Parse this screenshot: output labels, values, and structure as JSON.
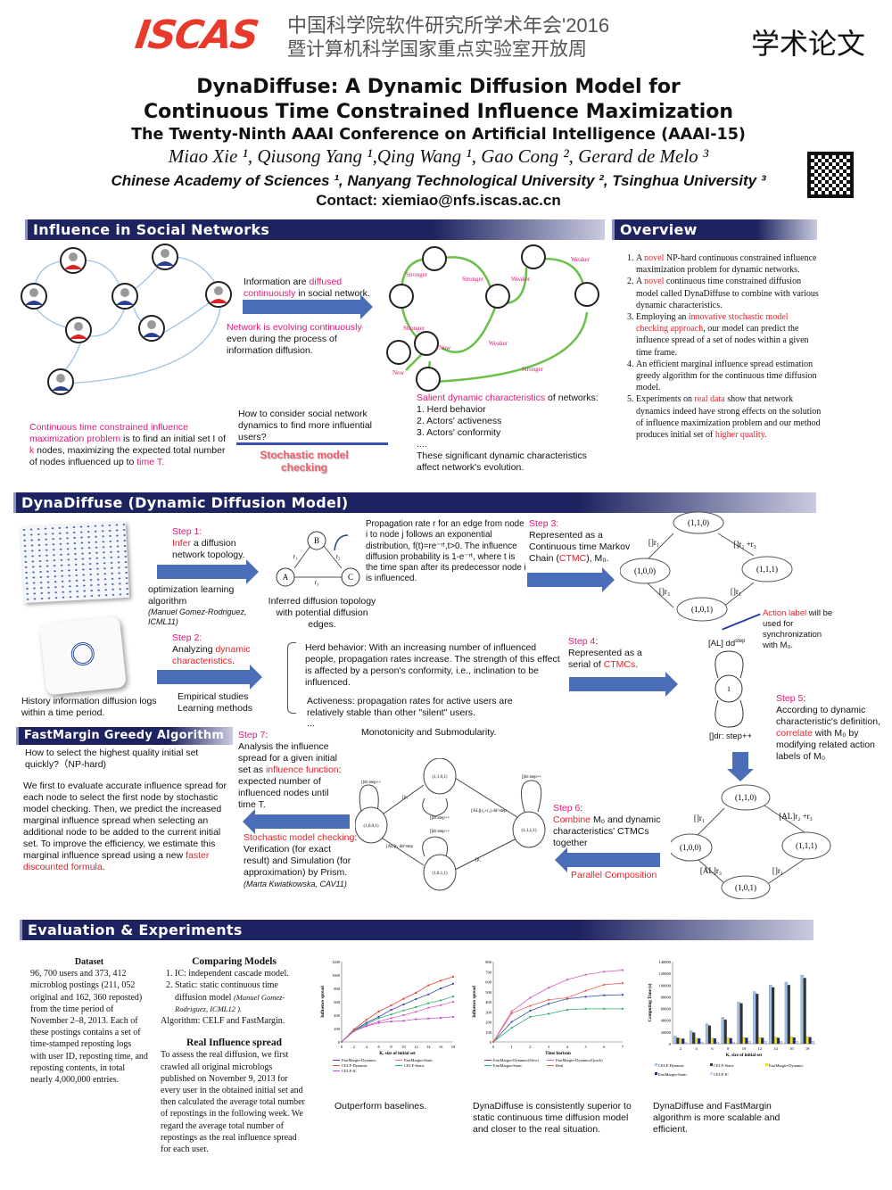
{
  "header": {
    "logo": "ISCAS",
    "cn_line1": "中国科学院软件研究所学术年会'2016",
    "cn_line2": "暨计算机科学国家重点实验室开放周",
    "cn_right": "学术论文",
    "title1": "DynaDiffuse: A Dynamic Diffusion Model for",
    "title2": "Continuous Time Constrained Influence Maximization",
    "conference": "The Twenty-Ninth AAAI Conference on Artificial Intelligence (AAAI-15)",
    "authors": "Miao Xie ¹, Qiusong Yang ¹,Qing Wang ¹, Gao Cong ², Gerard de Melo ³",
    "affiliations": "Chinese Academy of Sciences ¹, Nanyang Technological University ², Tsinghua University ³",
    "contact": "Contact: xiemiao@nfs.iscas.ac.cn"
  },
  "colors": {
    "navy": "#1d2260",
    "red": "#e8202a",
    "pink": "#e4157a",
    "arrow": "#4a6fb8",
    "green": "#6cc04a"
  },
  "s1": {
    "title": "Influence in Social Networks",
    "diffused": [
      {
        "t": "Information are "
      },
      {
        "t": "diffused continuously",
        "c": "p"
      },
      {
        "t": " in social network."
      }
    ],
    "evolving": [
      {
        "t": "Network is evolving continuously",
        "c": "p"
      },
      {
        "t": " even during the process of information diffusion."
      }
    ],
    "problem": [
      {
        "t": "Continuous time constrained influence maximization problem",
        "c": "p"
      },
      {
        "t": " is to find an initial set I of "
      },
      {
        "t": "k",
        "c": "p"
      },
      {
        "t": " nodes, maximizing the expected total number of nodes influenced up to "
      },
      {
        "t": "time T.",
        "c": "p"
      }
    ],
    "question": "How to consider social network dynamics to find more influential users?",
    "smc": "Stochastic model checking",
    "edge_labels": [
      "Stronger",
      "Stronger",
      "Weaker",
      "Weaker",
      "Stronger",
      "New",
      "Weaker",
      "New",
      "Stronger"
    ],
    "salient": [
      {
        "t": "Salient dynamic characteristics",
        "c": "p"
      },
      {
        "t": " of networks:"
      }
    ],
    "chars": [
      "1. Herd behavior",
      "2. Actors' activeness",
      "3. Actors' conformity",
      "...."
    ],
    "salient_end": "These significant dynamic characteristics affect network's evolution."
  },
  "overview": {
    "title": "Overview",
    "items": [
      [
        {
          "t": "A "
        },
        {
          "t": "novel",
          "c": "r"
        },
        {
          "t": " NP-hard continuous constrained influence maximization problem for dynamic networks."
        }
      ],
      [
        {
          "t": "A "
        },
        {
          "t": "novel",
          "c": "r"
        },
        {
          "t": " continuous time constrained diffusion model called DynaDiffuse to combine with various dynamic characteristics."
        }
      ],
      [
        {
          "t": "Employing an "
        },
        {
          "t": "innovative stochastic model checking approach",
          "c": "r"
        },
        {
          "t": ", our model can predict the influence spread of a set of nodes within a given time frame."
        }
      ],
      [
        {
          "t": "An efficient marginal influence spread estimation greedy algorithm for the continuous time diffusion model."
        }
      ],
      [
        {
          "t": "Experiments on "
        },
        {
          "t": "real data",
          "c": "r"
        },
        {
          "t": " show that network dynamics indeed have strong effects on the solution of influence maximization problem and our method produces initial set of "
        },
        {
          "t": "higher quality",
          "c": "r"
        },
        {
          "t": "."
        }
      ]
    ]
  },
  "s2": {
    "title": "DynaDiffuse (Dynamic Diffusion Model)",
    "logs": "History information diffusion logs within a time period.",
    "step1": [
      {
        "t": "Step 1:",
        "c": "p"
      },
      {
        "t": "\n"
      },
      {
        "t": "Infer",
        "c": "r"
      },
      {
        "t": " a diffusion network topology."
      }
    ],
    "opt": "optimization learning algorithm",
    "opt_ref": "(Manuel Gomez-Rodriguez, ICML11)",
    "tri_nodes": [
      "A",
      "B",
      "C"
    ],
    "tri_edges": [
      "r₁",
      "r₂",
      "r₃"
    ],
    "inferred": "Inferred diffusion topology with potential diffusion edges.",
    "propagation": "Propagation rate r for an edge from node i to node j follows an exponential distribution, f(t)=re⁻ʳᵗ,t>0. The influence diffusion probability is 1-e⁻ʳᵗ, where t is the time span after its predecessor node i is influenced.",
    "step3": [
      {
        "t": "Step 3:",
        "c": "p"
      },
      {
        "t": "\nRepresented as a Continuous time Markov Chain ("
      },
      {
        "t": "CTMC",
        "c": "r"
      },
      {
        "t": "), M₀."
      }
    ],
    "m0_states": [
      "(1,1,0)",
      "(1,0,0)",
      "(1,1,1)",
      "(1,0,1)"
    ],
    "m0_labels": [
      "[]r₁",
      "[]r₂ +r₃",
      "[]r₃",
      "[]r₁"
    ],
    "step2": [
      {
        "t": "Step 2:",
        "c": "p"
      },
      {
        "t": "\nAnalyzing "
      },
      {
        "t": "dynamic characteristics",
        "c": "r"
      },
      {
        "t": "."
      }
    ],
    "empirical": "Empirical studies",
    "learning": "Learning methods",
    "herd": "Herd behavior:  With an increasing number of influenced people, propagation rates increase. The strength of this effect is affected by a person's conformity, i.e., inclination to be influenced.",
    "activeness": "Activeness: propagation rates for active users are relatively stable than other \"silent\" users.",
    "ellipsis": "...",
    "step4": [
      {
        "t": "Step 4",
        "c": "p"
      },
      {
        "t": ":\nRepresented as a serial of "
      },
      {
        "t": "CTMCs",
        "c": "r"
      },
      {
        "t": "."
      }
    ],
    "single_state": "1",
    "al_label": "[AL] dd",
    "al_sup": "step",
    "dr_label": "[]dr:  step++",
    "action": [
      {
        "t": "Action label",
        "c": "r"
      },
      {
        "t": " will be used for synchronization with M₀."
      }
    ],
    "step5": [
      {
        "t": "Step 5",
        "c": "p"
      },
      {
        "t": ":\nAccording to dynamic characteristic's definition, "
      },
      {
        "t": "correlate",
        "c": "r"
      },
      {
        "t": " with M₀ by modifying related action labels of M₀"
      }
    ],
    "step7": [
      {
        "t": "Step 7",
        "c": "p"
      },
      {
        "t": ":\nAnalysis the influence spread for a given initial set as "
      },
      {
        "t": "influence function",
        "c": "r"
      },
      {
        "t": ": expected number of influenced nodes until time T."
      }
    ],
    "mono": "Monotonicity and Submodularity.",
    "smc": [
      {
        "t": "Stochastic model checking",
        "c": "r"
      },
      {
        "t": ": Verification (for exact result) and Simulation (for approximation) by Prism."
      }
    ],
    "smc_ref": "(Marta Kwiatkowska, CAV11)",
    "comb_states": [
      "(1,1,0,1)",
      "(1,0,0,1)",
      "(1,1,1,1)",
      "(1,0,1,1)"
    ],
    "comb_labels": [
      "[]dr:step++",
      "[]r₁",
      "[AL](r₂+r₃) dd^step",
      "[]dr:step++",
      "[]dr:step++",
      "[AL]r₃ dd^step",
      "[]r₁",
      "[]dr:step++"
    ],
    "step6": [
      {
        "t": "Step 6",
        "c": "p"
      },
      {
        "t": ":\n"
      },
      {
        "t": "Combine",
        "c": "r"
      },
      {
        "t": " M₀ and dynamic characteristics' CTMCs together"
      }
    ],
    "parallel": "Parallel Composition",
    "m0b_labels": [
      "[]r₁",
      "[AL]r₂ +r₃",
      "[AL]r₃",
      "[]r₁"
    ]
  },
  "fm": {
    "title": "FastMargin Greedy Algorithm",
    "question": "How to select the highest quality initial set quickly?（NP-hard)",
    "body": [
      {
        "t": "We first to evaluate accurate influence spread for each node to select the first node by stochastic model checking. Then, we predict the increased marginal influence spread when selecting an additional node to be added to the current initial set. To improve the efficiency, we estimate this marginal influence spread using a new "
      },
      {
        "t": "faster discounted formula",
        "c": "r"
      },
      {
        "t": "."
      }
    ]
  },
  "eval": {
    "title": "Evaluation & Experiments",
    "dataset_title": "Dataset",
    "dataset": "96, 700  users and 373, 412 microblog postings (211, 052 original and 162, 360 reposted) from the time period of November 2–8, 2013. Each of these postings contains a set of time-stamped reposting logs with user ID, reposting time, and reposting contents, in total nearly 4,000,000  entries.",
    "cm_title": "Comparing Models",
    "cm_items": [
      "IC: independent cascade model.",
      "Static:  static continuous time diffusion model "
    ],
    "cm_ref": "(Manuel Gomez-Rodriguez, ICML12 ).",
    "cm_alg": "Algorithm: CELF and FastMargin.",
    "ris_title": "Real Influence spread",
    "ris": "To assess the real diffusion, we first crawled all original microblogs published on November 9, 2013 for every user in the obtained initial set and then calculated the average total number of repostings in the following week. We regard the average total number of repostings as the real influence spread for each user.",
    "captions": [
      "Outperform baselines.",
      "DynaDiffuse is consistently superior to static continuous time diffusion model and closer to the real situation.",
      "DynaDiffuse and FastMargin algorithm is more scalable and efficient."
    ]
  },
  "chart_data": [
    {
      "type": "line",
      "xlabel": "K, size of initial set",
      "ylabel": "Influence spread",
      "x": [
        0,
        2,
        4,
        6,
        8,
        10,
        12,
        14,
        16,
        18
      ],
      "xlim": [
        0,
        18
      ],
      "ylim": [
        0,
        1200
      ],
      "yticks": [
        0,
        200,
        400,
        600,
        800,
        1000,
        1200
      ],
      "series": [
        {
          "name": "FastMargin-Dynamic",
          "color": "#3a4fb0",
          "values": [
            0,
            175,
            285,
            375,
            480,
            560,
            640,
            710,
            800,
            870
          ]
        },
        {
          "name": "FastMargin-Static",
          "color": "#e060c0",
          "values": [
            0,
            165,
            245,
            305,
            355,
            400,
            450,
            510,
            550,
            600
          ]
        },
        {
          "name": "CELF-Dynamic",
          "color": "#f04030",
          "values": [
            0,
            190,
            330,
            455,
            545,
            645,
            735,
            845,
            915,
            975
          ]
        },
        {
          "name": "CELF-Static",
          "color": "#30b070",
          "values": [
            0,
            170,
            265,
            355,
            410,
            470,
            520,
            580,
            620,
            680
          ]
        },
        {
          "name": "CELF-IC",
          "color": "#c050d0",
          "values": [
            0,
            160,
            235,
            285,
            305,
            315,
            340,
            350,
            360,
            375
          ]
        }
      ]
    },
    {
      "type": "line",
      "xlabel": "Time horizon",
      "ylabel": "Influence spread",
      "x": [
        0,
        1,
        2,
        3,
        4,
        5,
        6,
        7
      ],
      "xlim": [
        0,
        7
      ],
      "ylim": [
        0,
        800
      ],
      "yticks": [
        0,
        100,
        200,
        300,
        400,
        500,
        600,
        700,
        800
      ],
      "series": [
        {
          "name": "FastMargin-Dynamic(Slow)",
          "color": "#3a4fb0",
          "values": [
            0,
            200,
            310,
            380,
            430,
            450,
            465,
            470
          ]
        },
        {
          "name": "FastMargin-Dynamic(Quick)",
          "color": "#d060c0",
          "values": [
            0,
            305,
            440,
            540,
            620,
            670,
            700,
            715
          ]
        },
        {
          "name": "FastMargin-Static",
          "color": "#30b070",
          "values": [
            0,
            140,
            250,
            280,
            320,
            330,
            330,
            330
          ]
        },
        {
          "name": "Real",
          "color": "#f06050",
          "values": [
            0,
            285,
            360,
            420,
            440,
            510,
            570,
            585
          ]
        }
      ]
    },
    {
      "type": "bar",
      "xlabel": "K, size of initial set",
      "ylabel": "Computing Time (s)",
      "categories": [
        "2",
        "4",
        "6",
        "8",
        "10",
        "12",
        "14",
        "16",
        "18"
      ],
      "ylim": [
        0,
        140000
      ],
      "yticks": [
        0,
        20000,
        40000,
        60000,
        80000,
        100000,
        120000,
        140000
      ],
      "series": [
        {
          "name": "CELF-Dynamic",
          "color": "#9fc0e8",
          "values": [
            13000,
            22000,
            34000,
            45000,
            71000,
            89000,
            100000,
            105000,
            117000
          ]
        },
        {
          "name": "CELF-Static",
          "color": "#333333",
          "values": [
            10000,
            19000,
            31000,
            41000,
            69000,
            85000,
            96000,
            100000,
            112000
          ]
        },
        {
          "name": "FastMargin-Dynamic",
          "color": "#f0e020",
          "values": [
            9000,
            9500,
            9500,
            10000,
            10500,
            10500,
            11000,
            12000,
            12000
          ]
        },
        {
          "name": "FastMargin-Static",
          "color": "#1d2a80",
          "values": [
            8500,
            9000,
            9000,
            9500,
            10000,
            10000,
            10000,
            10500,
            11000
          ]
        },
        {
          "name": "CELF-IC",
          "color": "#c8d8f0",
          "values": [
            2000,
            3000,
            3000,
            3000,
            4000,
            4000,
            4000,
            4000,
            4000
          ]
        }
      ]
    }
  ]
}
